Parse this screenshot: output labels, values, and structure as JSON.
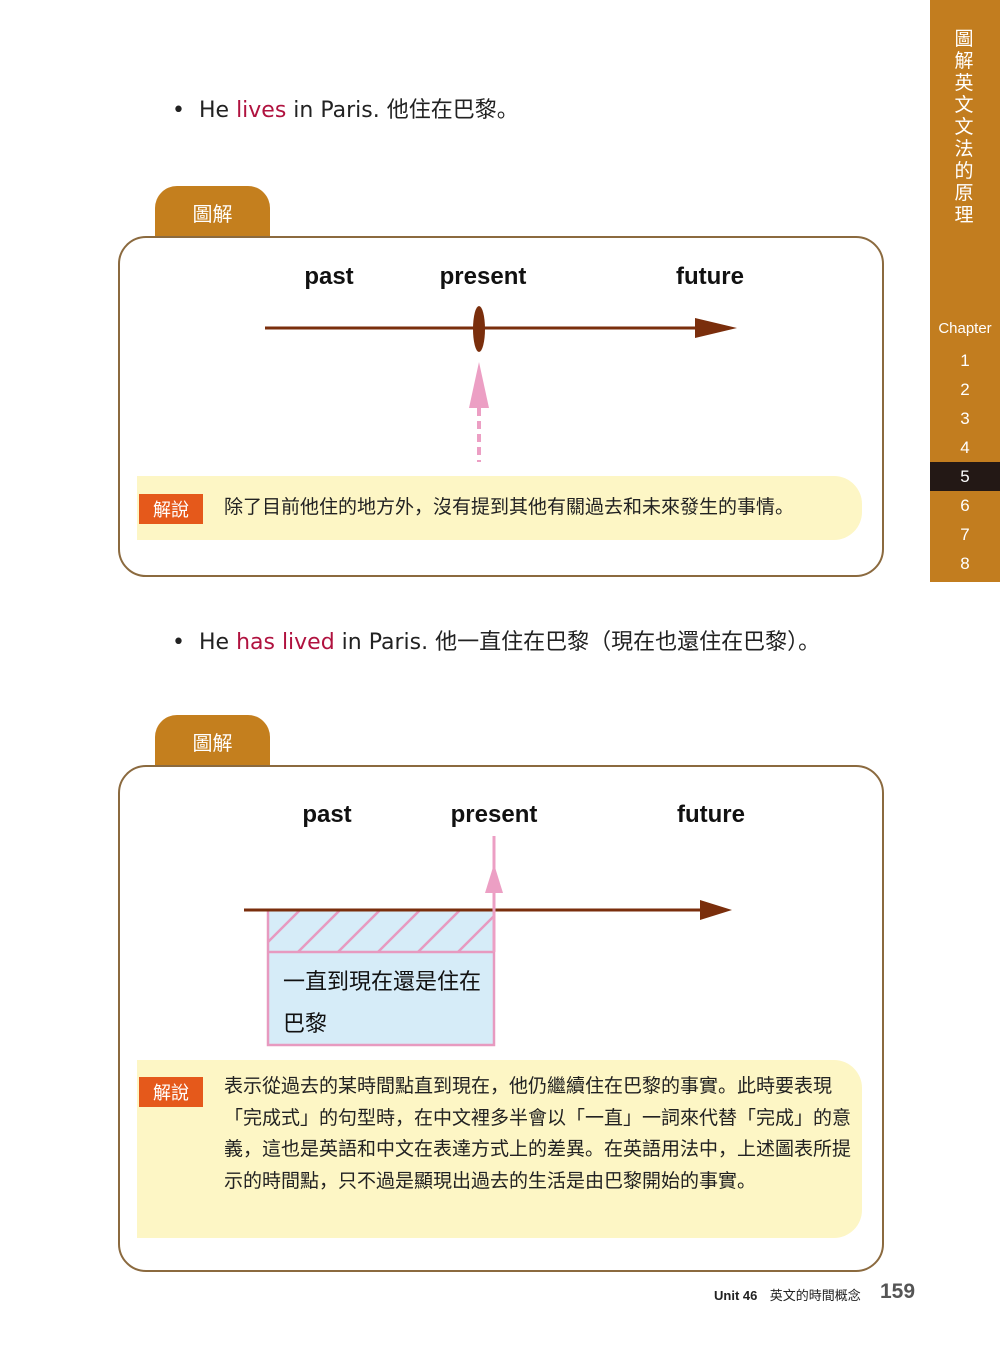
{
  "sidebar": {
    "title": "圖解英文文法的原理",
    "chapter_label": "Chapter",
    "chapters": [
      "1",
      "2",
      "3",
      "4",
      "5",
      "6",
      "7",
      "8"
    ],
    "active": "5"
  },
  "s1": {
    "bullet": "•",
    "pre": "He ",
    "verb": "lives",
    "post": " in Paris. 他住在巴黎。"
  },
  "s2": {
    "bullet": "•",
    "pre": "He ",
    "verb": "has lived",
    "post": " in Paris. 他一直住在巴黎（現在也還住在巴黎）。"
  },
  "d1": {
    "tab": "圖解",
    "past": "past",
    "present": "present",
    "future": "future",
    "badge": "解說",
    "text": "除了目前他住的地方外，沒有提到其他有關過去和未來發生的事情。"
  },
  "d2": {
    "tab": "圖解",
    "past": "past",
    "present": "present",
    "future": "future",
    "boxtext": "一直到現在還是住在巴黎",
    "badge": "解說",
    "text": "表示從過去的某時間點直到現在，他仍繼續住在巴黎的事實。此時要表現「完成式」的句型時，在中文裡多半會以「一直」一詞來代替「完成」的意義，這也是英語和中文在表達方式上的差異。在英語用法中，上述圖表所提示的時間點，只不過是顯現出過去的生活是由巴黎開始的事實。"
  },
  "footer": {
    "unit": "Unit 46",
    "title": "英文的時間概念",
    "page": "159"
  },
  "colors": {
    "brand": "#c27d1f",
    "arrow": "#7a2e0c",
    "pink": "#ec9fc4"
  }
}
